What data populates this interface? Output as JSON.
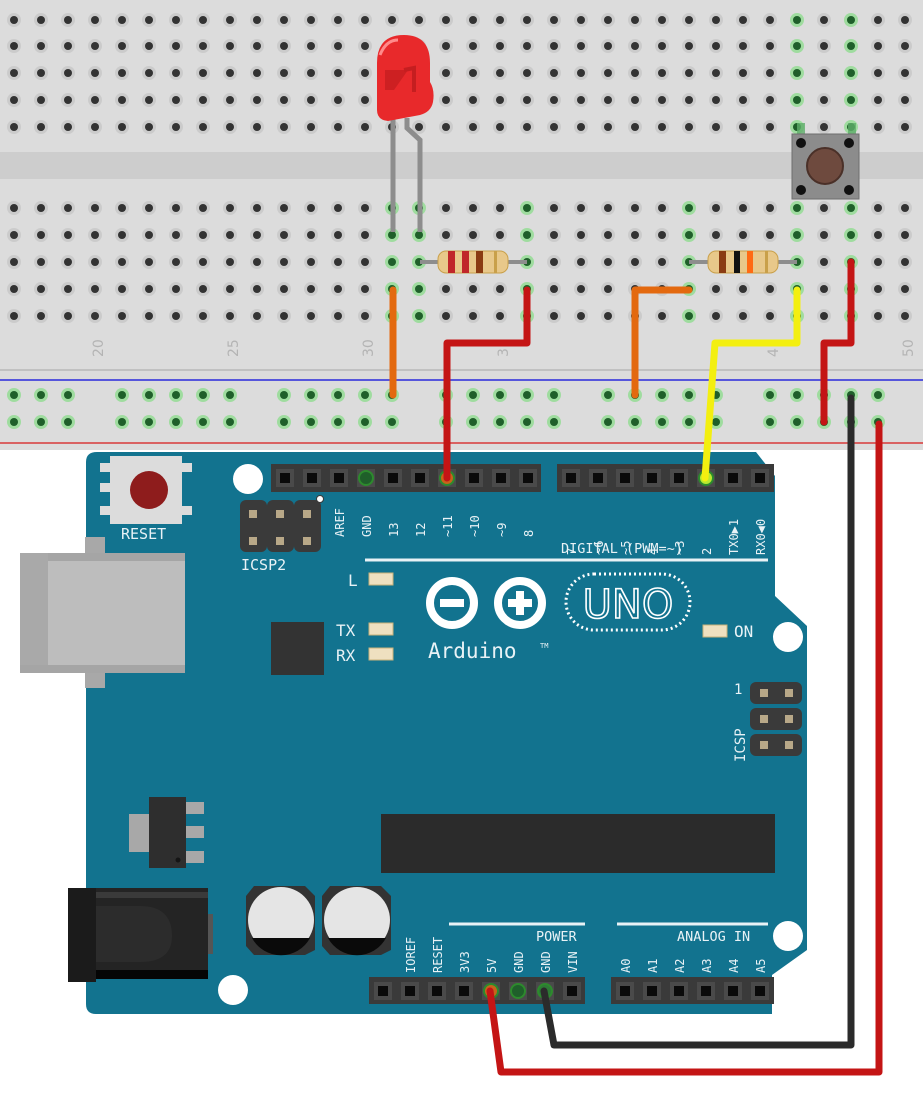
{
  "breadboard": {
    "column_labels": [
      "20",
      "25",
      "30",
      "3",
      "4",
      "50"
    ],
    "colors": {
      "body": "#dcdcdc",
      "channel": "#cdcdcd",
      "hole": "#333333",
      "hole_active": "#1f5f2a",
      "rail_blue": "#2a2adb",
      "rail_red": "#d83a3a"
    }
  },
  "components": {
    "led": {
      "name": "Red LED",
      "color": "#e8292b"
    },
    "resistor_led": {
      "name": "Resistor (LED)",
      "bands": [
        "#c0262a",
        "#c0262a",
        "#8a3b12",
        "#c9a04a"
      ]
    },
    "resistor_button": {
      "name": "Resistor (Button)",
      "bands": [
        "#8a3b12",
        "#111111",
        "#ff6a13",
        "#c9a04a"
      ]
    },
    "pushbutton": {
      "name": "Pushbutton",
      "cap_color": "#6e4a3e"
    }
  },
  "wires": [
    {
      "id": "led-gnd",
      "color": "#e3690f",
      "from": "LED cathode row",
      "to": "GND rail"
    },
    {
      "id": "pin11",
      "color": "#c41515",
      "from": "Resistor",
      "to": "Pin ~11"
    },
    {
      "id": "gnd-jumper",
      "color": "#e3690f",
      "from": "Button resistor",
      "to": "GND rail"
    },
    {
      "id": "pin2",
      "color": "#f3ef10",
      "from": "Button",
      "to": "Pin 2"
    },
    {
      "id": "5v-button",
      "color": "#c41515",
      "from": "Button",
      "to": "5V rail"
    },
    {
      "id": "gnd-main",
      "color": "#2b2b2b",
      "from": "GND",
      "to": "GND rail"
    },
    {
      "id": "5v-main",
      "color": "#c41515",
      "from": "5V",
      "to": "5V rail"
    }
  ],
  "arduino": {
    "model": "UNO",
    "brand": "Arduino",
    "trademark": "TM",
    "reset_label": "RESET",
    "icsp2_label": "ICSP2",
    "icsp_label": "ICSP",
    "icsp_pin1": "1",
    "led_labels": {
      "l": "L",
      "tx": "TX",
      "rx": "RX",
      "on": "ON"
    },
    "digital_header_label": "DIGITAL (PWM=~)",
    "digital_pins_left": [
      "",
      "",
      "AREF",
      "GND",
      "13",
      "12",
      "~11",
      "~10",
      "~9",
      "8"
    ],
    "digital_pins_right": [
      "7",
      "~6",
      "~5",
      "4",
      "~3",
      "2",
      "TX0▶1",
      "RX0◀0"
    ],
    "power_header_label": "POWER",
    "power_pins": [
      "",
      "IOREF",
      "RESET",
      "3V3",
      "5V",
      "GND",
      "GND",
      "VIN"
    ],
    "analog_header_label": "ANALOG IN",
    "analog_pins": [
      "A0",
      "A1",
      "A2",
      "A3",
      "A4",
      "A5"
    ],
    "colors": {
      "board": "#12738f",
      "board_dark": "#0f6680",
      "header": "#3a3a3a",
      "silk": "#e8f2f6"
    }
  }
}
